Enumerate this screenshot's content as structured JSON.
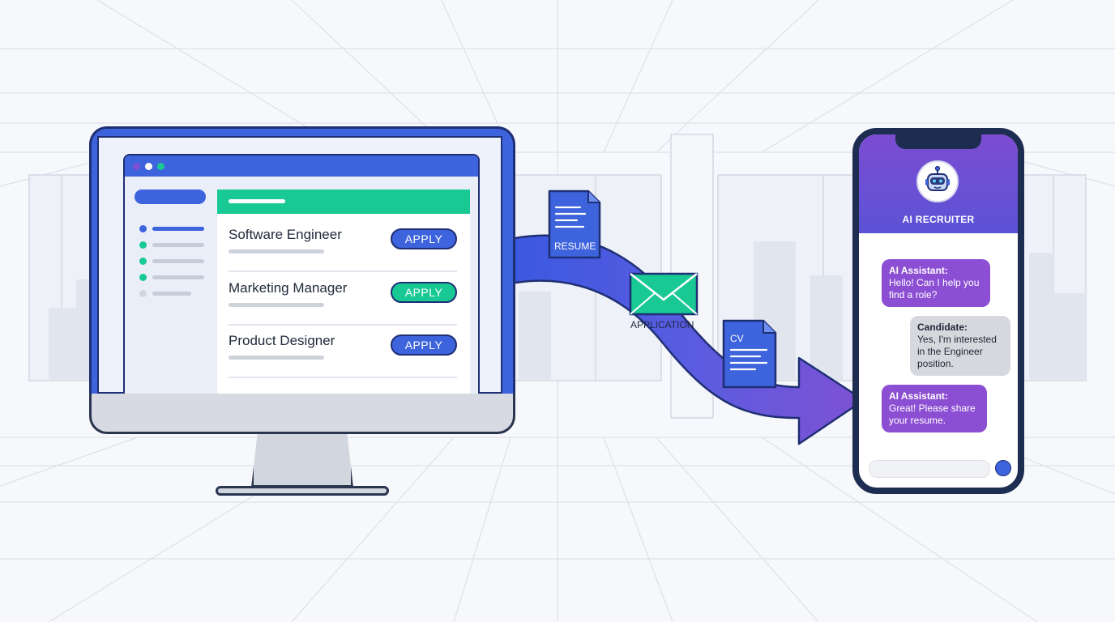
{
  "jobs": [
    {
      "title": "Software Engineer",
      "apply_label": "APPLY",
      "apply_color": "#3d63dd"
    },
    {
      "title": "Marketing Manager",
      "apply_label": "APPLY",
      "apply_color": "#19c994"
    },
    {
      "title": "Product Designer",
      "apply_label": "APPLY",
      "apply_color": "#3d63dd"
    }
  ],
  "flow": {
    "resume_label": "RESUME",
    "envelope_label": "APPLICATION",
    "cv_label": "CV"
  },
  "phone": {
    "title": "AI RECRUITER",
    "messages": [
      {
        "sender": "AI Assistant:",
        "text": "Hello! Can I help you find a role?",
        "role": "ai"
      },
      {
        "sender": "Candidate:",
        "text": "Yes, I'm interested in the Engineer position.",
        "role": "candidate"
      },
      {
        "sender": "AI Assistant:",
        "text": "Great! Please share your resume.",
        "role": "ai"
      }
    ]
  },
  "colors": {
    "primary_blue": "#3d63dd",
    "accent_green": "#19c994",
    "accent_purple": "#8c4fd3",
    "outline": "#1f2f74"
  }
}
